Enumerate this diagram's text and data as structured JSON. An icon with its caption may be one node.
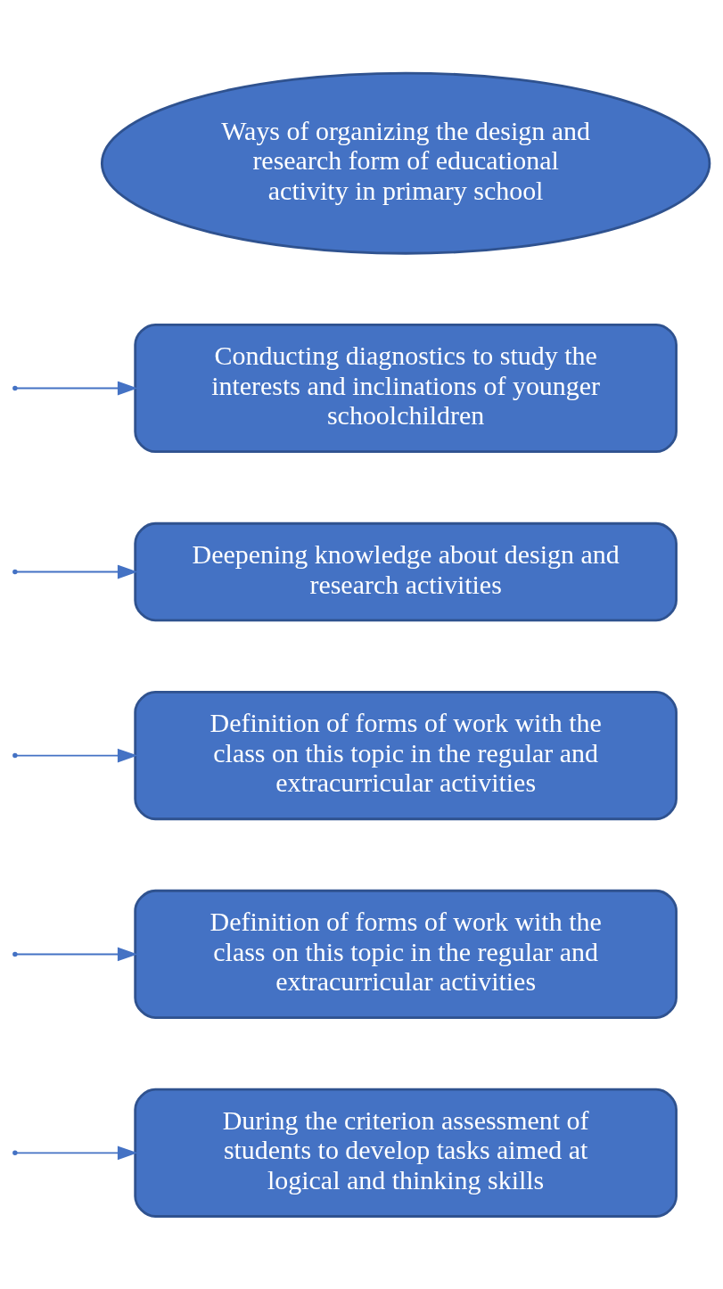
{
  "diagram": {
    "nodes": [
      {
        "text": [
          "Ways of organizing the design and research form of educational activity in primary school"
        ]
      },
      {
        "text": [
          "Conducting diagnostics to study the interests and inclinations of younger schoolchildren"
        ]
      },
      {
        "text": [
          "Deepening knowledge about design and research activities"
        ]
      },
      {
        "text": [
          "Definition of forms of work with the class on this topic in the regular and extracurricular activities"
        ]
      },
      {
        "text": [
          "Definition of forms of work with the class on this topic in the regular and extracurricular activities"
        ]
      },
      {
        "text": [
          "During the criterion assessment of students to develop tasks aimed at logical and thinking skills"
        ]
      }
    ],
    "edges": [
      {
        "from": null,
        "to": 1,
        "arrow": "to"
      },
      {
        "from": null,
        "to": 2,
        "arrow": "to"
      },
      {
        "from": null,
        "to": 3,
        "arrow": "to"
      },
      {
        "from": null,
        "to": 4,
        "arrow": "to"
      },
      {
        "from": null,
        "to": 5,
        "arrow": "to"
      }
    ]
  }
}
